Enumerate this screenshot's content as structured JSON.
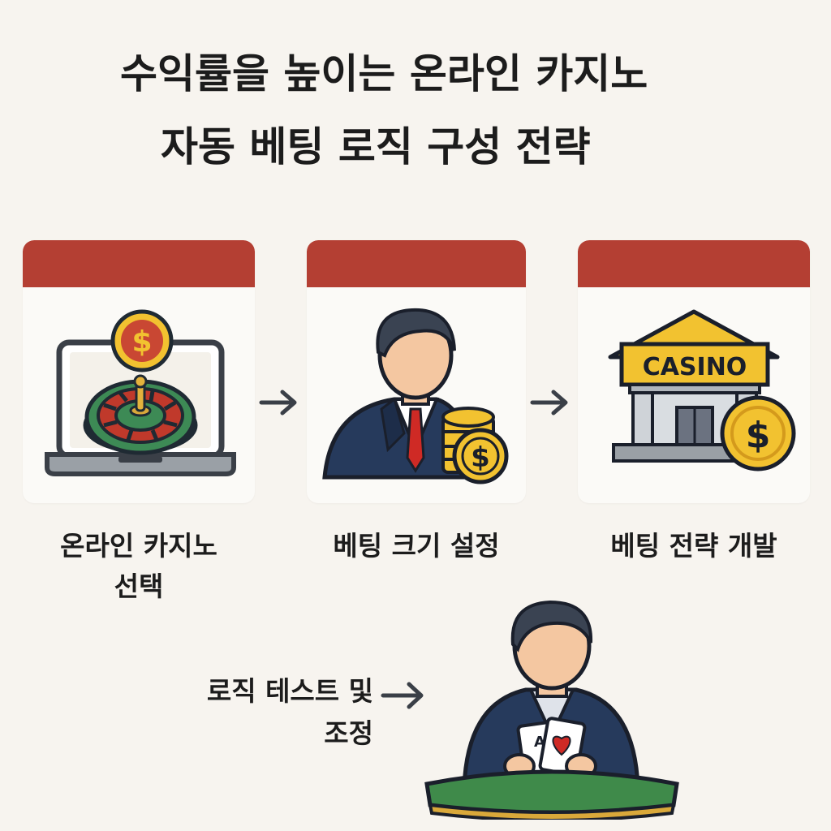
{
  "title": {
    "line1": "수익률을 높이는 온라인 카지노",
    "line2": "자동 베팅 로직 구성 전략"
  },
  "colors": {
    "background": "#f7f4ef",
    "card_header": "#b43f33",
    "coin": "#f2c230",
    "felt": "#3f8a4a",
    "suit_navy": "#263a5c",
    "tie_red": "#cf2a25"
  },
  "steps": [
    {
      "label_line1": "온라인 카지노",
      "label_line2": "선택",
      "icon": "laptop-roulette-icon"
    },
    {
      "label": "베팅 크기 설정",
      "icon": "businessman-coins-icon"
    },
    {
      "label": "베팅 전략 개발",
      "icon": "casino-building-icon"
    },
    {
      "label_line1": "로직 테스트 및",
      "label_line2": "조정",
      "icon": "card-player-icon"
    }
  ],
  "casino_sign": "CASINO",
  "card_ranks": [
    "A"
  ]
}
